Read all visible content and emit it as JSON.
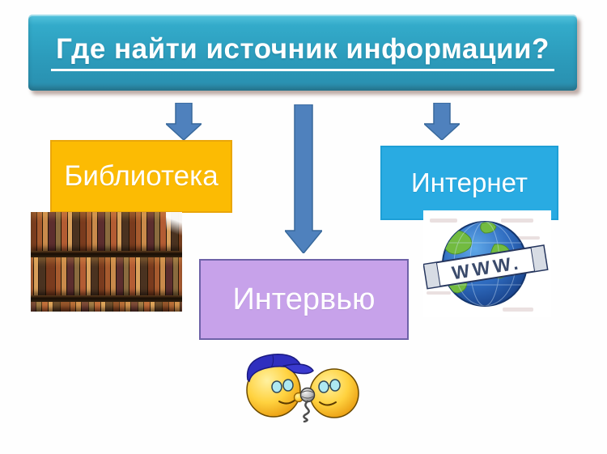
{
  "slide": {
    "title": "Где найти источник информации?",
    "boxes": {
      "library": {
        "label": "Библиотека",
        "color": "#FCBB03"
      },
      "internet": {
        "label": "Интернет",
        "color": "#29ABE2"
      },
      "interview": {
        "label": "Интервью",
        "color": "#C7A2EA"
      }
    },
    "globe": {
      "banner_text": "WWW."
    },
    "colors": {
      "title_bar": "#2C9CBC",
      "arrow": "#4F81BD",
      "interview_border": "#6E62A8",
      "text": "#FFFFFF"
    },
    "icons": {
      "down_arrow": "▼",
      "bookshelf_image": "library-bookshelves-photo",
      "globe_image": "globe-with-www-ribbon",
      "smileys_image": "two-smileys-with-microphone"
    }
  }
}
